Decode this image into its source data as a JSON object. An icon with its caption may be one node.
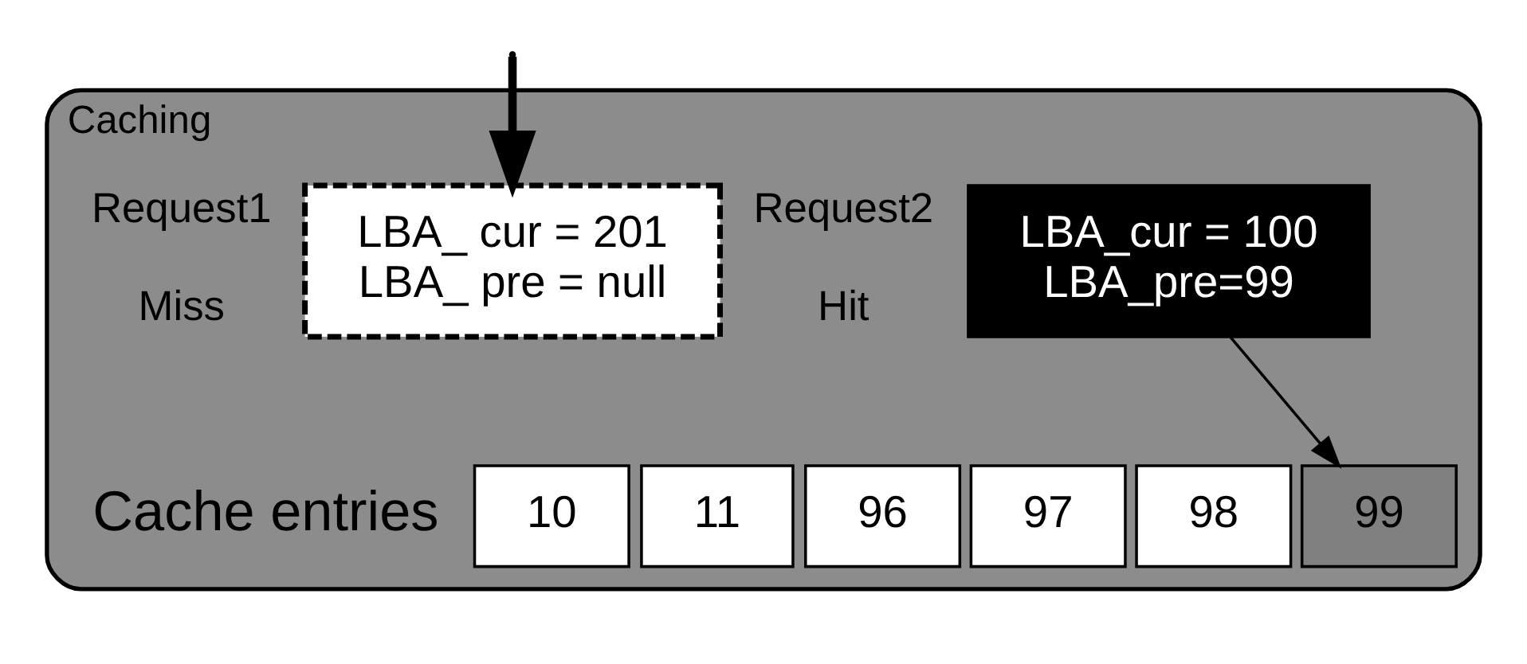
{
  "diagram": {
    "nodes": [
      {
        "text": [
          "Caching"
        ]
      },
      {
        "text": [
          "LBA_ cur = 201",
          "LBA_ pre = null"
        ],
        "beside": [
          "Request1",
          "Miss"
        ],
        "in": 0
      },
      {
        "text": [
          "LBA_cur = 100",
          "LBA_pre=99"
        ],
        "beside": [
          "Request2",
          "Hit"
        ],
        "in": 0
      },
      {
        "text": [
          "10"
        ],
        "in": 0
      },
      {
        "text": [
          "11"
        ],
        "in": 0
      },
      {
        "text": [
          "96"
        ],
        "in": 0
      },
      {
        "text": [
          "97"
        ],
        "in": 0
      },
      {
        "text": [
          "98"
        ],
        "in": 0
      },
      {
        "text": [
          "99"
        ],
        "in": 0
      }
    ],
    "edges": [
      {
        "from": null,
        "to": 1,
        "arrow": "to",
        "style": "thick"
      },
      {
        "from": 2,
        "to": 8,
        "arrow": "to"
      }
    ],
    "labels": [
      "Cache entries"
    ]
  }
}
